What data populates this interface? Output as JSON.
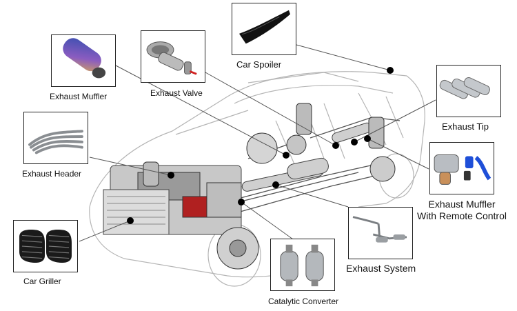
{
  "callouts": [
    {
      "id": "car-spoiler",
      "label": "Car Spoiler"
    },
    {
      "id": "exhaust-muffler",
      "label": "Exhaust Muffler"
    },
    {
      "id": "exhaust-valve",
      "label": "Exhaust Valve"
    },
    {
      "id": "exhaust-tip",
      "label": "Exhaust Tip"
    },
    {
      "id": "exhaust-header",
      "label": "Exhaust Header"
    },
    {
      "id": "exhaust-muffler-remote",
      "label_line1": "Exhaust Muffler",
      "label_line2": "With Remote Control"
    },
    {
      "id": "exhaust-system",
      "label": "Exhaust System"
    },
    {
      "id": "catalytic-converter",
      "label": "Catalytic Converter"
    },
    {
      "id": "car-griller",
      "label": "Car Griller"
    }
  ],
  "colors": {
    "outline": "#222222",
    "muffler_blue": "#3a4fb0",
    "muffler_purple": "#8a5cc0",
    "metal": "#b8bcc0",
    "remote_blue": "#1e4fd8"
  }
}
